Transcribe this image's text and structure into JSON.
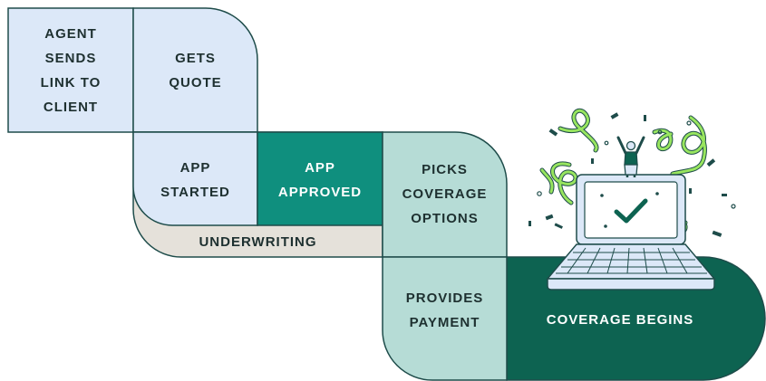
{
  "steps": {
    "agent_sends_link": "AGENT\nSENDS\nLINK TO\nCLIENT",
    "gets_quote": "GETS\nQUOTE",
    "app_started": "APP\nSTARTED",
    "app_approved": "APP\nAPPROVED",
    "picks_coverage": "PICKS\nCOVERAGE\nOPTIONS",
    "underwriting": "UNDERWRITING",
    "provides_payment": "PROVIDES\nPAYMENT",
    "coverage_begins": "COVERAGE BEGINS"
  },
  "illustration": {
    "subject": "laptop-with-checkmark",
    "figure": "person-celebrating-arms-raised",
    "decoration": "confetti-and-streamers"
  },
  "colors": {
    "light_blue": "#dce8f8",
    "dark_teal": "#0d6351",
    "bright_teal": "#0f8f7e",
    "mint": "#b6dcd6",
    "beige": "#e5e1da",
    "outline": "#1e4c4a",
    "confetti_green": "#98e55f"
  }
}
